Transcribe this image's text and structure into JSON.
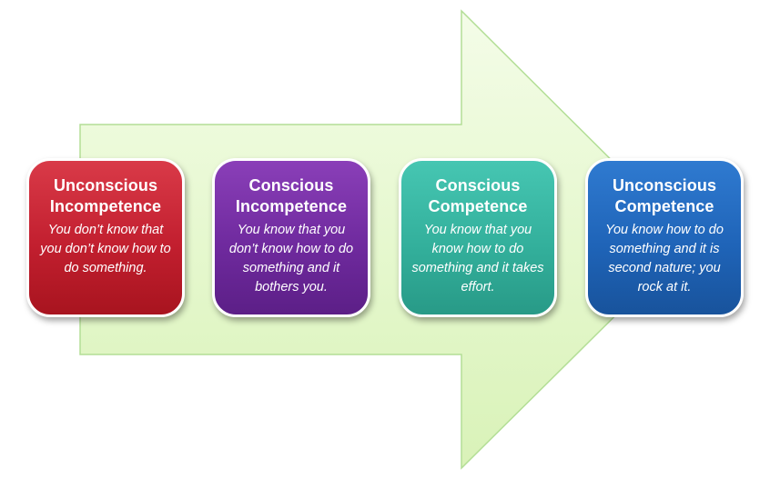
{
  "colors": {
    "arrow_fill": "#e3f7c4",
    "arrow_stroke": "#a8d88a",
    "stage_1": "#c21f2f",
    "stage_2": "#6f2a9e",
    "stage_3": "#33b09c",
    "stage_4": "#1f64b8",
    "text": "#ffffff"
  },
  "stages": [
    {
      "title": "Unconscious Incompetence",
      "description": "You don’t know that you don’t know how to do something."
    },
    {
      "title": "Conscious Incompetence",
      "description": "You know that you don’t know how to do something and it bothers you."
    },
    {
      "title": "Conscious Competence",
      "description": "You know that you know how to do something and it takes effort."
    },
    {
      "title": "Unconscious Competence",
      "description": "You know how to do something and it is second nature; you rock at it."
    }
  ]
}
